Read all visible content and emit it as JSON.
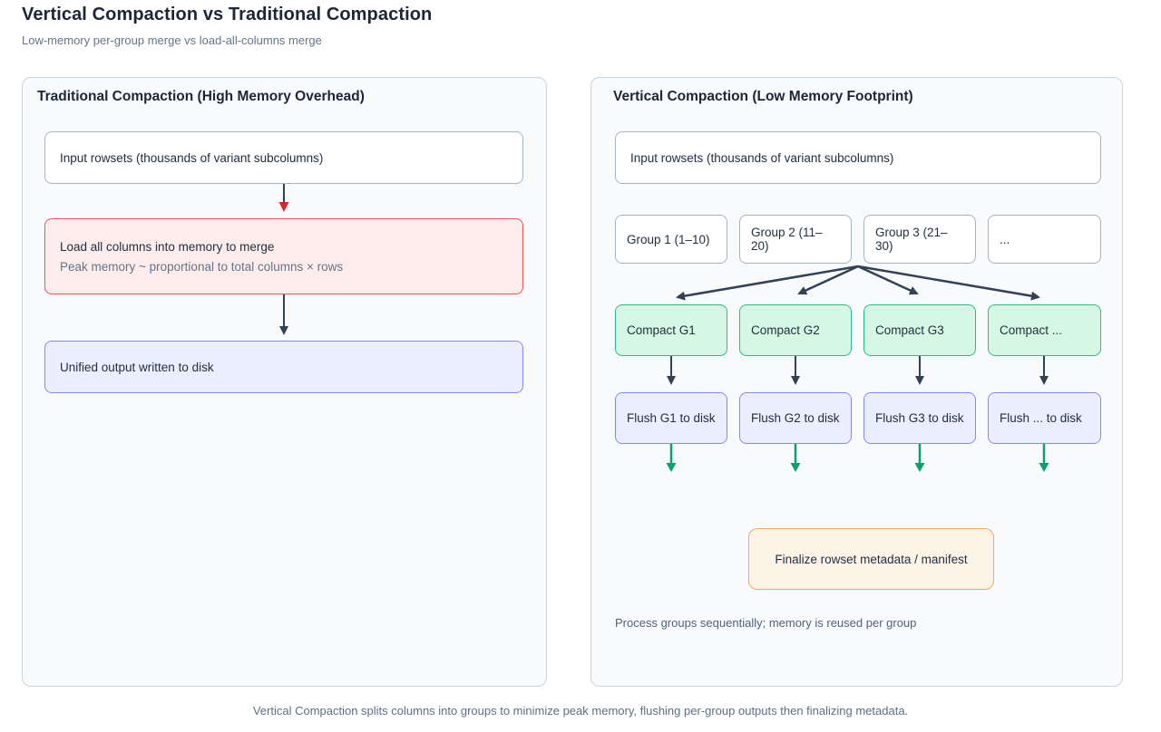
{
  "page": {
    "title": "Vertical Compaction vs Traditional Compaction",
    "subtitle": "Low-memory per-group merge vs load-all-columns merge",
    "caption": "Vertical Compaction splits columns into groups to minimize peak memory, flushing per-group outputs then finalizing metadata."
  },
  "left": {
    "title": "Traditional Compaction (High Memory Overhead)",
    "input_node": "Input rowsets (thousands of variant subcolumns)",
    "load_node": {
      "title": "Load all columns into memory to merge",
      "subtitle": "Peak memory ~ proportional to total columns × rows"
    },
    "output_node": "Unified output written to disk"
  },
  "right": {
    "title": "Vertical Compaction (Low Memory Footprint)",
    "input_node": "Input rowsets (thousands of variant subcolumns)",
    "groups": [
      "Group 1 (1–10)",
      "Group 2 (11–20)",
      "Group 3 (21–30)",
      "..."
    ],
    "compact": [
      "Compact G1",
      "Compact G2",
      "Compact G3",
      "Compact ..."
    ],
    "flush": [
      "Flush G1 to disk",
      "Flush G2 to disk",
      "Flush G3 to disk",
      "Flush ... to disk"
    ],
    "finalize_node": "Finalize rowset metadata / manifest",
    "note": "Process groups sequentially; memory is reused per group"
  },
  "colors": {
    "arrow_dark": "#334155",
    "arrow_red": "#dc2626",
    "arrow_green": "#0e9f6e",
    "red_border": "#f05252",
    "green_border": "#28bd87",
    "indigo_border": "#828af2",
    "orange_border": "#f2a95f"
  }
}
